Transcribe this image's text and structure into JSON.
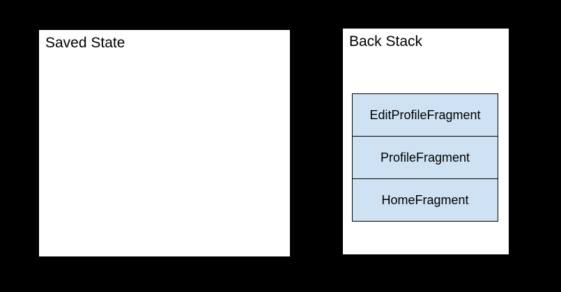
{
  "diagram": {
    "background_color": "#000000",
    "saved_state_panel": {
      "title": "Saved State",
      "fill": "#ffffff"
    },
    "back_stack_panel": {
      "title": "Back Stack",
      "fill": "#ffffff",
      "stack_items": [
        {
          "label": "EditProfileFragment"
        },
        {
          "label": "ProfileFragment"
        },
        {
          "label": "HomeFragment"
        }
      ],
      "stack_item_fill": "#cfe2f3",
      "stack_item_border": "#000000"
    }
  }
}
